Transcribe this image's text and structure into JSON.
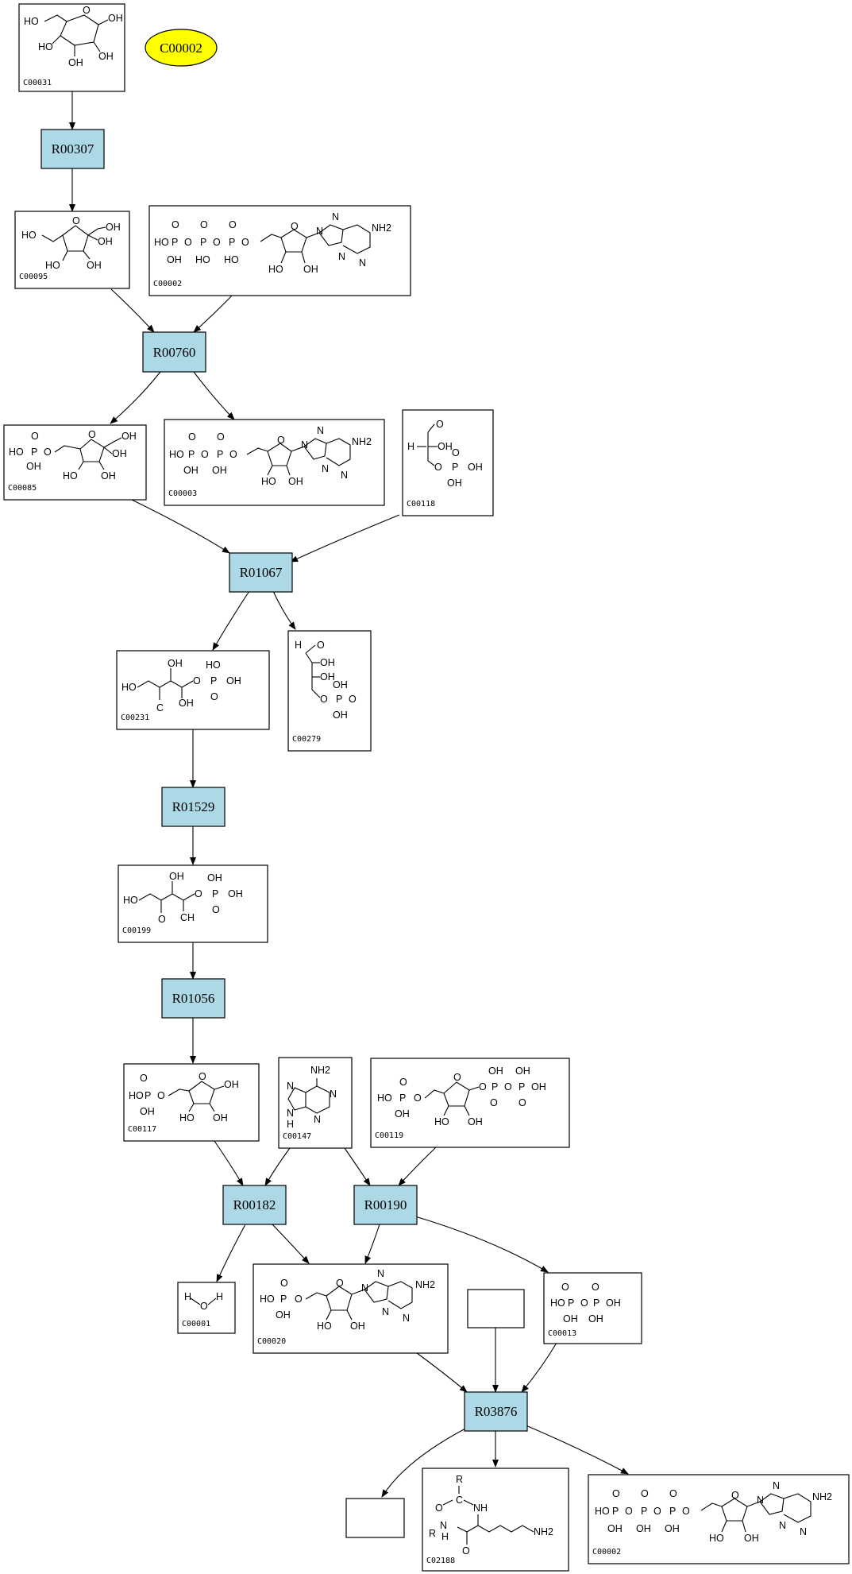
{
  "highlight": {
    "label": "C00002",
    "color": "#ffff00"
  },
  "reaction_color": "#add8e6",
  "reactions": [
    {
      "id": "R00307"
    },
    {
      "id": "R00760"
    },
    {
      "id": "R01067"
    },
    {
      "id": "R01529"
    },
    {
      "id": "R01056"
    },
    {
      "id": "R00182"
    },
    {
      "id": "R00190"
    },
    {
      "id": "R03876"
    }
  ],
  "compounds": [
    {
      "id": "C00031"
    },
    {
      "id": "C00095"
    },
    {
      "id": "C00002"
    },
    {
      "id": "C00085"
    },
    {
      "id": "C00003"
    },
    {
      "id": "C00118"
    },
    {
      "id": "C00231"
    },
    {
      "id": "C00279"
    },
    {
      "id": "C00199"
    },
    {
      "id": "C00117"
    },
    {
      "id": "C00147"
    },
    {
      "id": "C00119"
    },
    {
      "id": "C00001"
    },
    {
      "id": "C00020"
    },
    {
      "id": "C00013"
    },
    {
      "id": "C02188"
    },
    {
      "id": "C00002"
    }
  ],
  "edges": [
    {
      "from": "C00031",
      "to": "R00307"
    },
    {
      "from": "R00307",
      "to": "C00095"
    },
    {
      "from": "C00095",
      "to": "R00760"
    },
    {
      "from": "C00002",
      "to": "R00760"
    },
    {
      "from": "R00760",
      "to": "C00085"
    },
    {
      "from": "R00760",
      "to": "C00003"
    },
    {
      "from": "C00085",
      "to": "R01067"
    },
    {
      "from": "C00118",
      "to": "R01067"
    },
    {
      "from": "R01067",
      "to": "C00231"
    },
    {
      "from": "R01067",
      "to": "C00279"
    },
    {
      "from": "C00231",
      "to": "R01529"
    },
    {
      "from": "R01529",
      "to": "C00199"
    },
    {
      "from": "C00199",
      "to": "R01056"
    },
    {
      "from": "R01056",
      "to": "C00117"
    },
    {
      "from": "C00117",
      "to": "R00182"
    },
    {
      "from": "C00147",
      "to": "R00182"
    },
    {
      "from": "C00147",
      "to": "R00190"
    },
    {
      "from": "C00119",
      "to": "R00190"
    },
    {
      "from": "R00182",
      "to": "C00001"
    },
    {
      "from": "R00182",
      "to": "C00020"
    },
    {
      "from": "R00190",
      "to": "C00020"
    },
    {
      "from": "R00190",
      "to": "C00013"
    },
    {
      "from": "C00020",
      "to": "R03876"
    },
    {
      "from": "(unlabeled)",
      "to": "R03876"
    },
    {
      "from": "C00013",
      "to": "R03876"
    },
    {
      "from": "R03876",
      "to": "(unlabeled)"
    },
    {
      "from": "R03876",
      "to": "C02188"
    },
    {
      "from": "R03876",
      "to": "C00002"
    }
  ],
  "atoms": {
    "oh": "OH",
    "ho": "HO",
    "o": "O",
    "p": "P",
    "h": "H",
    "n": "N",
    "nh": "NH",
    "nh2": "NH2",
    "ch": "CH",
    "c": "C",
    "r": "R"
  }
}
